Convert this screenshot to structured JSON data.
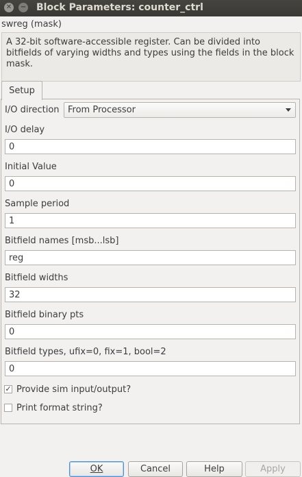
{
  "window": {
    "title": "Block Parameters: counter_ctrl",
    "close_glyph": "✕",
    "minimize_glyph": "−"
  },
  "mask": {
    "type_label": "swreg (mask)",
    "description": "A 32-bit software-accessible register. Can be divided into bitfields of varying widths and types using the fields in the block mask."
  },
  "tabs": [
    {
      "label": "Setup"
    }
  ],
  "params": {
    "io_direction": {
      "label": "I/O direction",
      "value": "From Processor"
    },
    "io_delay": {
      "label": "I/O delay",
      "value": "0"
    },
    "initial_value": {
      "label": "Initial Value",
      "value": "0"
    },
    "sample_period": {
      "label": "Sample period",
      "value": "1"
    },
    "bitfield_names": {
      "label": "Bitfield names [msb...lsb]",
      "value": "reg"
    },
    "bitfield_widths": {
      "label": "Bitfield widths",
      "value": "32"
    },
    "bitfield_binary_pts": {
      "label": "Bitfield binary pts",
      "value": "0"
    },
    "bitfield_types": {
      "label": "Bitfield types, ufix=0, fix=1, bool=2",
      "value": "0"
    }
  },
  "checkboxes": {
    "provide_sim_io": {
      "label": "Provide sim input/output?",
      "checked": true,
      "mark": "✓"
    },
    "print_format": {
      "label": "Print format string?",
      "checked": false,
      "mark": ""
    }
  },
  "buttons": {
    "ok": "OK",
    "cancel": "Cancel",
    "help": "Help",
    "apply": "Apply"
  }
}
